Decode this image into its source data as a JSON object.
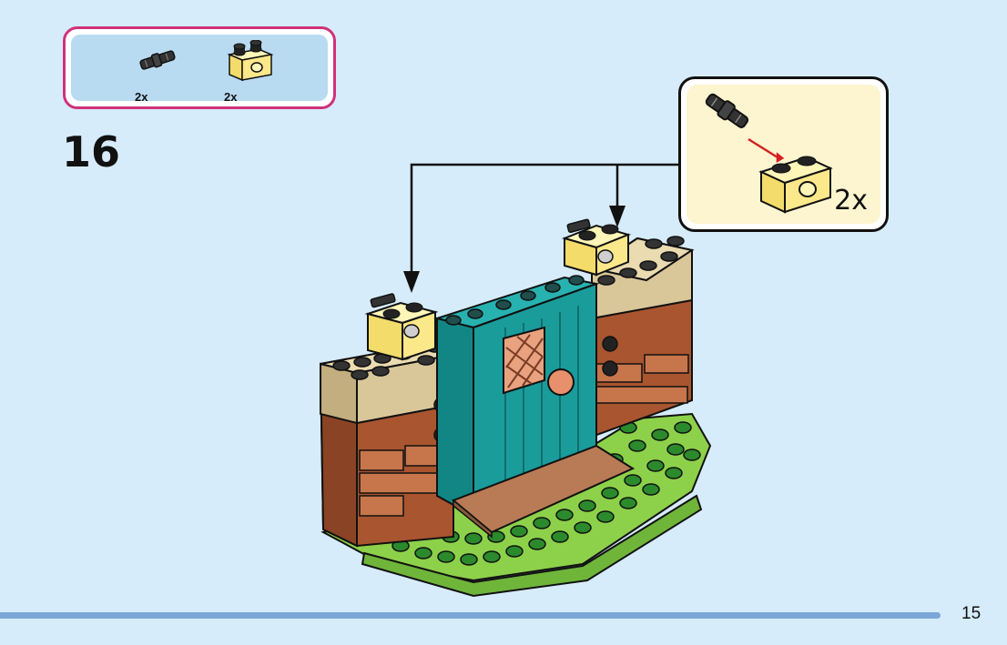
{
  "parts_list": {
    "items": [
      {
        "part": "black-friction-pin",
        "quantity": "2x"
      },
      {
        "part": "yellow-technic-brick-1x2",
        "quantity": "2x"
      }
    ]
  },
  "step": {
    "number": "16"
  },
  "callout": {
    "quantity": "2x"
  },
  "page": {
    "number": "15"
  },
  "colors": {
    "background": "#d6ecfa",
    "parts_box_border": "#d0317a",
    "yellow_brick": "#fbe88a",
    "teal_door": "#1a9c9b",
    "tan": "#d9c79a",
    "brick": "#a9552f",
    "green_base": "#8dd14a",
    "bottom_bar": "#7aa7d8"
  }
}
